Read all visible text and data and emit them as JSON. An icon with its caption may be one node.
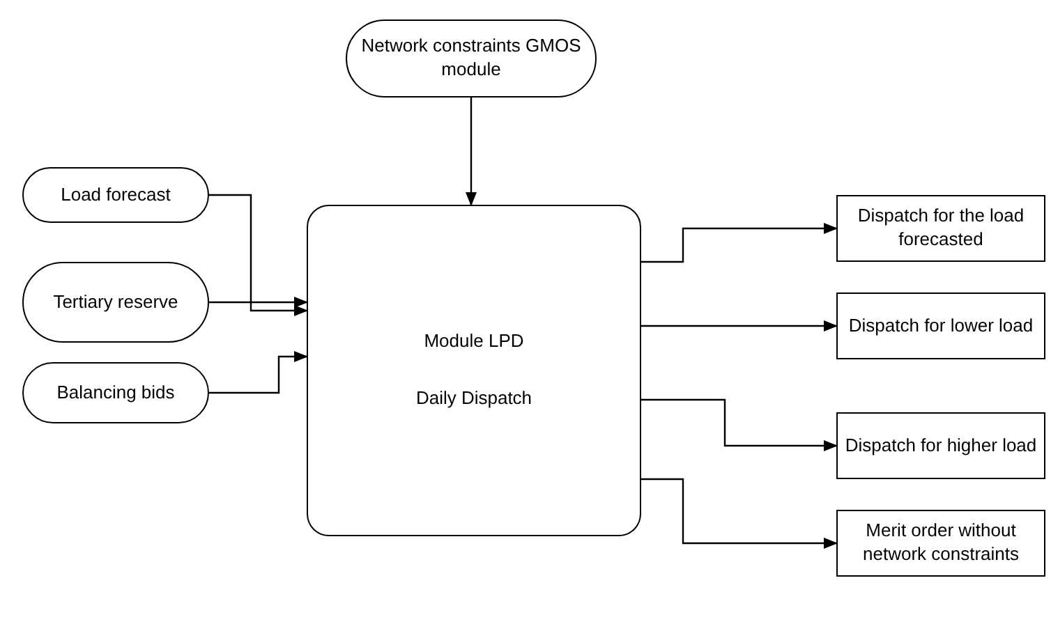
{
  "diagram": {
    "nodes": [
      {
        "text": [
          "Network constraints GMOS module"
        ]
      },
      {
        "text": [
          "Load forecast"
        ]
      },
      {
        "text": [
          "Tertiary reserve"
        ]
      },
      {
        "text": [
          "Balancing bids"
        ]
      },
      {
        "text": [
          "Module LPD",
          "Daily Dispatch"
        ]
      },
      {
        "text": [
          "Dispatch for the load forecasted"
        ]
      },
      {
        "text": [
          "Dispatch for lower load"
        ]
      },
      {
        "text": [
          "Dispatch for higher load"
        ]
      },
      {
        "text": [
          "Merit order without network constraints"
        ]
      }
    ],
    "edges": [
      {
        "from": 0,
        "to": 4,
        "arrow": "to"
      },
      {
        "from": 1,
        "to": 4,
        "arrow": "to"
      },
      {
        "from": 2,
        "to": 4,
        "arrow": "to"
      },
      {
        "from": 3,
        "to": 4,
        "arrow": "to"
      },
      {
        "from": 4,
        "to": 5,
        "arrow": "to"
      },
      {
        "from": 4,
        "to": 6,
        "arrow": "to"
      },
      {
        "from": 4,
        "to": 7,
        "arrow": "to"
      },
      {
        "from": 4,
        "to": 8,
        "arrow": "to"
      }
    ]
  }
}
